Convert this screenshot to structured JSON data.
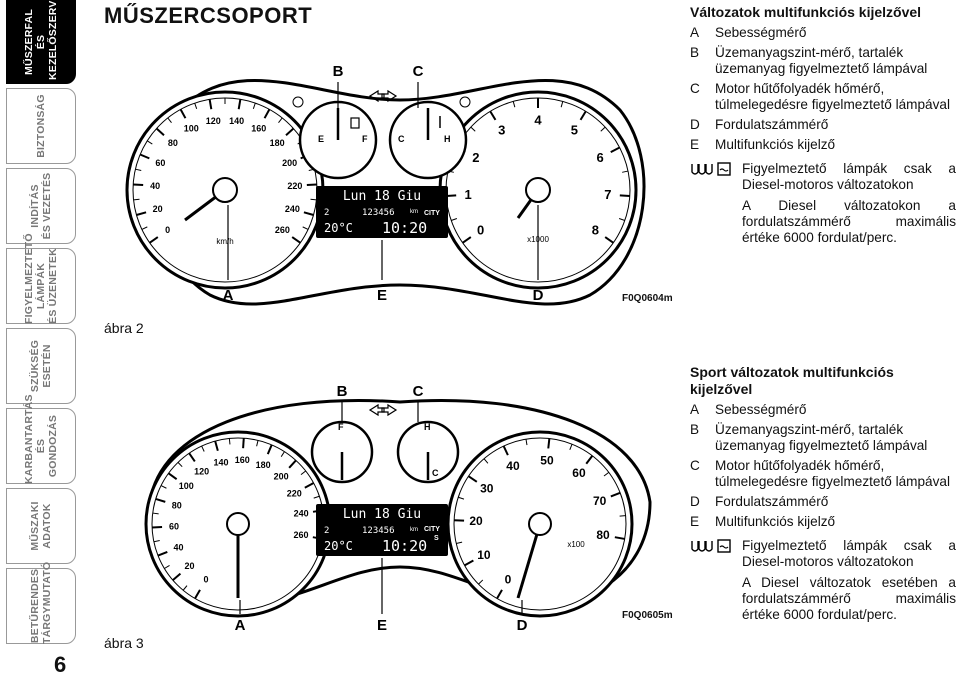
{
  "sidebar": {
    "tabs": [
      {
        "label": "MŰSZERFAL ÉS\nKEZELŐSZERVEK",
        "active": true
      },
      {
        "label": "BIZTONSÁG",
        "active": false
      },
      {
        "label": "INDÍTÁS\nÉS VEZETÉS",
        "active": false
      },
      {
        "label": "FIGYELMEZTETŐ\nLÁMPÁK\nÉS ÜZENETEK",
        "active": false
      },
      {
        "label": "SZÜKSÉG\nESETÉN",
        "active": false
      },
      {
        "label": "KARBANTARTÁS\nÉS GONDOZÁS",
        "active": false
      },
      {
        "label": "MŰSZAKI\nADATOK",
        "active": false
      },
      {
        "label": "BETŰRENDES\nTÁRGYMUTATÓ",
        "active": false
      }
    ],
    "page_number": "6"
  },
  "page_title": "MŰSZERCSOPORT",
  "figures": [
    {
      "caption": "ábra 2",
      "code": "F0Q0604m",
      "labels": {
        "a": "A",
        "b": "B",
        "c": "C",
        "d": "D",
        "e": "E"
      },
      "speedo_ticks": [
        "0",
        "20",
        "40",
        "60",
        "80",
        "100",
        "120",
        "140",
        "160",
        "180",
        "200",
        "220",
        "240",
        "260"
      ],
      "speed_unit": "km/h",
      "tacho_ticks": [
        "0",
        "1",
        "2",
        "3",
        "4",
        "5",
        "6",
        "7",
        "8"
      ],
      "tacho_unit": "x1000",
      "fuel": {
        "e": "E",
        "f": "F"
      },
      "temp": {
        "c": "C",
        "h": "H"
      },
      "display": {
        "line1": "Lun 18 Giu",
        "gear": "2",
        "odo": "123456",
        "odo_unit": "km",
        "mode": "CITY",
        "temp": "20°C",
        "clock": "10:20"
      }
    },
    {
      "caption": "ábra 3",
      "code": "F0Q0605m",
      "labels": {
        "a": "A",
        "b": "B",
        "c": "C",
        "d": "D",
        "e": "E"
      },
      "speedo_ticks": [
        "0",
        "20",
        "40",
        "60",
        "80",
        "100",
        "120",
        "140",
        "160",
        "180",
        "200",
        "220",
        "240",
        "260"
      ],
      "tacho_ticks": [
        "0",
        "10",
        "20",
        "30",
        "40",
        "50",
        "60",
        "70",
        "80"
      ],
      "tacho_unit": "x100",
      "fuel": {
        "f": "F"
      },
      "temp": {
        "h": "H",
        "c": "C"
      },
      "display": {
        "line1": "Lun 18 Giu",
        "gear": "2",
        "odo": "123456",
        "odo_unit": "km",
        "mode": "CITY",
        "sport": "S",
        "temp": "20°C",
        "clock": "10:20"
      }
    }
  ],
  "section1": {
    "title": "Változatok multifunkciós kijelzővel",
    "items": [
      {
        "key": "A",
        "text": "Sebességmérő"
      },
      {
        "key": "B",
        "text": "Üzemanyagszint-mérő, tartalék üzemanyag figyelmeztető lámpával"
      },
      {
        "key": "C",
        "text": "Motor hűtőfolyadék hőmérő, túlmelegedésre figyelmeztető lámpával"
      },
      {
        "key": "D",
        "text": "Fordulatszámmérő"
      },
      {
        "key": "E",
        "text": "Multifunkciós kijelző"
      }
    ],
    "warning": "Figyelmeztető lámpák csak a Diesel-motoros változatokon",
    "note": "A Diesel változatokon a fordulatszámmérő maximális értéke 6000 fordulat/perc."
  },
  "section2": {
    "title": "Sport változatok multifunkciós kijelzővel",
    "items": [
      {
        "key": "A",
        "text": "Sebességmérő"
      },
      {
        "key": "B",
        "text": "Üzemanyagszint-mérő, tartalék üzemanyag figyelmeztető lámpával"
      },
      {
        "key": "C",
        "text": "Motor hűtőfolyadék hőmérő, túlmelegedésre figyelmeztető lámpával"
      },
      {
        "key": "D",
        "text": "Fordulatszámmérő"
      },
      {
        "key": "E",
        "text": "Multifunkciós kijelző"
      }
    ],
    "warning": "Figyelmeztető lámpák csak a Diesel-motoros változatokon",
    "note": "A Diesel változatok esetében a fordulatszámmérő maximális értéke 6000 fordulat/perc."
  }
}
